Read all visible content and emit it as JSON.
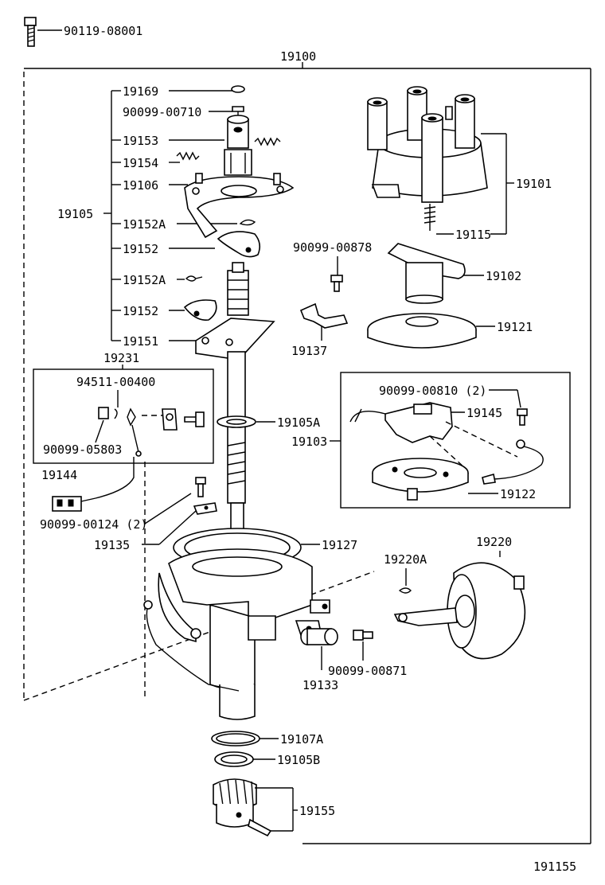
{
  "diagram": {
    "figure_number": "191155",
    "part_numbers": {
      "bolt_top": "90119-08001",
      "assembly": "19100",
      "p19169": "19169",
      "p90099_00710": "90099-00710",
      "p19153": "19153",
      "p19154": "19154",
      "p19106": "19106",
      "p19105": "19105",
      "p19152A_a": "19152A",
      "p19152_a": "19152",
      "p19152A_b": "19152A",
      "p19152_b": "19152",
      "p19151": "19151",
      "p19231": "19231",
      "p94511_00400": "94511-00400",
      "p90099_05803": "90099-05803",
      "p19144": "19144",
      "p90099_00124": "90099-00124 (2)",
      "p19135": "19135",
      "p19105A": "19105A",
      "p19101": "19101",
      "p19115": "19115",
      "p90099_00878": "90099-00878",
      "p19102": "19102",
      "p19121": "19121",
      "p19137": "19137",
      "p90099_00810": "90099-00810 (2)",
      "p19145": "19145",
      "p19103": "19103",
      "p19122": "19122",
      "p19127": "19127",
      "p19220A": "19220A",
      "p19220": "19220",
      "p90099_00871": "90099-00871",
      "p19133": "19133",
      "p19107A": "19107A",
      "p19105B": "19105B",
      "p19155": "19155"
    }
  }
}
